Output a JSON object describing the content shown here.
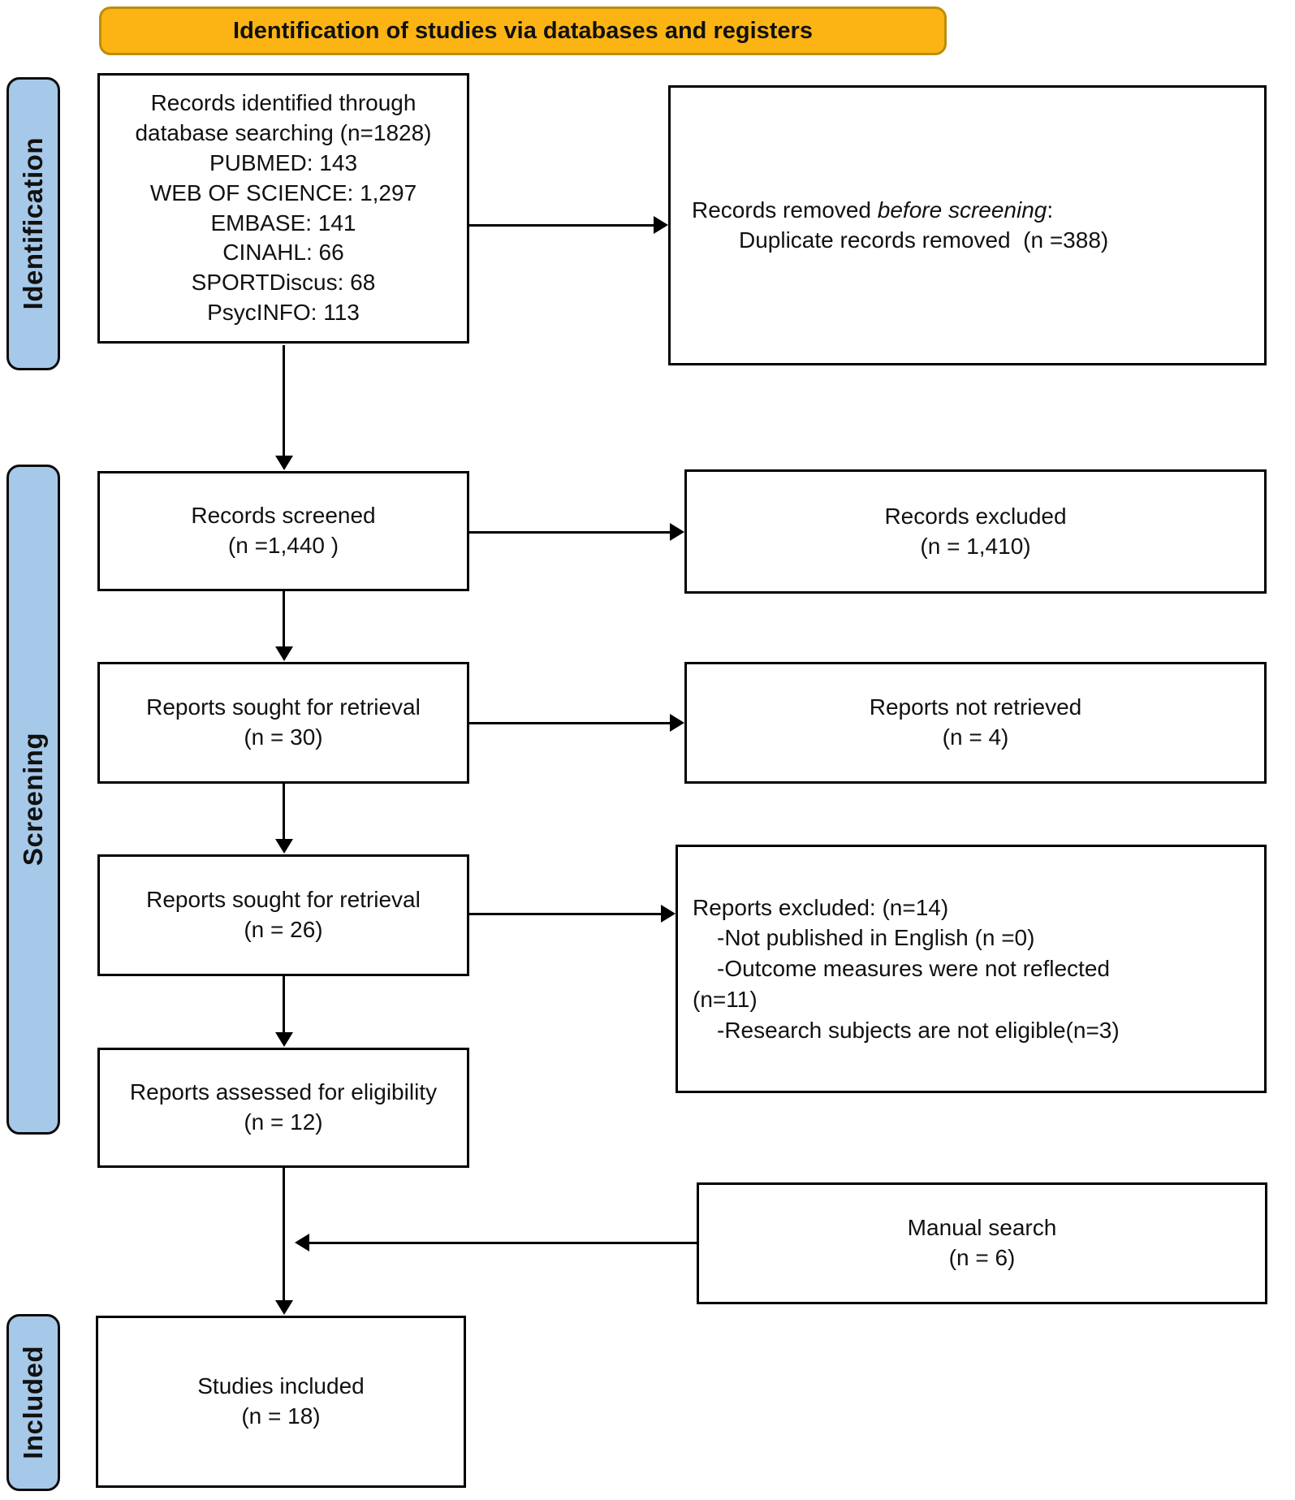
{
  "header": {
    "title": "Identification of studies via databases and registers"
  },
  "stages": {
    "identification": "Identification",
    "screening": "Screening",
    "included": "Included"
  },
  "boxes": {
    "records_identified": {
      "lines": [
        "Records identified through",
        "database searching (n=1828)",
        "PUBMED: 143",
        "WEB OF SCIENCE: 1,297",
        "EMBASE: 141",
        "CINAHL: 66",
        "SPORTDiscus: 68",
        "PsycINFO: 113"
      ]
    },
    "records_removed": {
      "prefix": "Records removed ",
      "italic": "before screening",
      "suffix": ":",
      "detail": "Duplicate records removed  (n =388)"
    },
    "records_screened": {
      "line1": "Records screened",
      "line2": "(n =1,440 )"
    },
    "records_excluded": {
      "line1": "Records excluded",
      "line2": "(n = 1,410)"
    },
    "reports_sought_retrieval_1": {
      "line1": "Reports sought for retrieval",
      "line2": "(n = 30)"
    },
    "reports_not_retrieved": {
      "line1": "Reports not retrieved",
      "line2": "(n = 4)"
    },
    "reports_sought_retrieval_2": {
      "line1": "Reports sought for retrieval",
      "line2": "(n = 26)"
    },
    "reports_excluded": {
      "title": "Reports excluded: (n=14)",
      "items": [
        "-Not published in English (n =0)",
        "-Outcome measures were not reflected",
        "(n=11)",
        "-Research subjects are not eligible(n=3)"
      ]
    },
    "reports_assessed": {
      "line1": "Reports assessed for eligibility",
      "line2": "(n = 12)"
    },
    "manual_search": {
      "line1": "Manual search",
      "line2": "(n = 6)"
    },
    "studies_included": {
      "line1": "Studies included",
      "line2": "(n = 18)"
    }
  },
  "colors": {
    "header_bg": "#FBB414",
    "header_border": "#BE8D08",
    "stage_bg": "#A6C9E9",
    "box_border": "#000000"
  }
}
